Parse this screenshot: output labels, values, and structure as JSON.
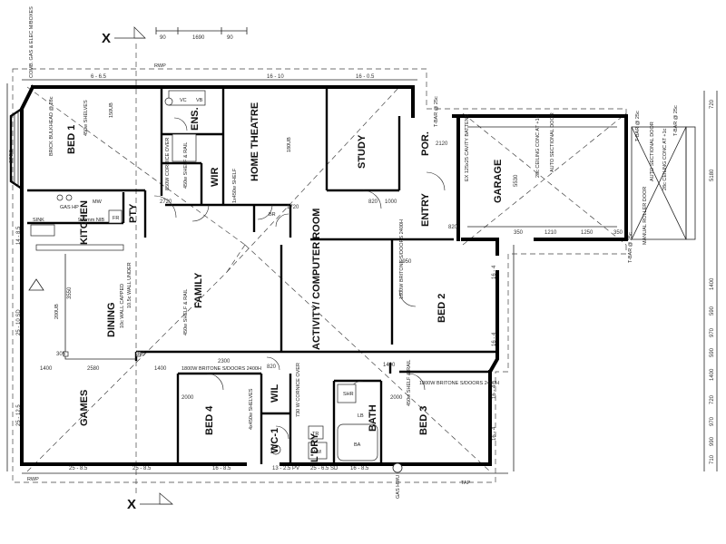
{
  "rooms": {
    "bed1": "BED 1",
    "ens": "ENS.",
    "wir": "WIR",
    "home_theatre": "HOME THEATRE",
    "study": "STUDY",
    "por": "POR.",
    "garage": "GARAGE",
    "kitchen": "KITCHEN",
    "pty": "PTY",
    "family": "FAMILY",
    "dining": "DINING",
    "entry": "ENTRY",
    "activity": "ACTIVITY/ COMPUTER ROOM",
    "bed2": "BED 2",
    "games": "GAMES",
    "bed4": "BED 4",
    "wil": "WIL",
    "wc": "WC-1",
    "bath": "BATH",
    "ldry": "L'DRY",
    "bed3": "BED 3"
  },
  "section_markers": {
    "top": "X",
    "bottom": "X"
  },
  "notes": {
    "comb": "COMB. GAS & ELEC M/BOXES",
    "gas_tap": "TAP",
    "brick_bulkhead": "BRICK BULKHEAD @ 28c",
    "shelves_450": "450w SHELVES",
    "cornice_850": "850W CORNICE OVER",
    "shelf_rail_450": "450w SHELF & RAIL",
    "shelf_1x450": "1x450w SHELF",
    "gas_hp": "GAS HP",
    "sink": "SINK",
    "nib": "900mm NIB",
    "fr": "FR",
    "wall_capped": "10c WALL CAPPED",
    "wall_under": "10.5c WALL UNDER",
    "family_shelf": "450w SHELF & RAIL",
    "auto_sectional_1": "AUTO SECTIONAL DOOR",
    "ceiling_1": "28c CEILING CONC AT +1c",
    "ex_cavity": "EX 125x25 CAVITY BATTENS",
    "auto_sectional_2": "AUTO SECTIONAL DOOR",
    "ceiling_2": "28c CEILING CONC AT +1c",
    "roller_door": "MANUAL ROLLER DOOR",
    "tbar_1": "T-BAR @ 25c",
    "tbar_2": "T-BAR @ 25c",
    "tbar_3": "T-BAR @ 25c",
    "tbar_4": "T-BAR @ 25c",
    "britone_1": "1800W BRITONE S/DOORS 2400H",
    "britone_2": "1800W BRITONE S/DOORS 2400H",
    "britone_3": "1800W BRITONE S/DOORS 2400H",
    "shelves_bed4": "4x450w SHELVES",
    "cornice_730": "730 W CORNICE OVER",
    "shelf_bed3": "450w SHELF & RAIL",
    "gas_hwu": "GAS HWU",
    "rwp": "RWP",
    "spec": "SPEC",
    "ub_150": "150UB",
    "ub_180": "180UB",
    "ub_200": "200UB",
    "vc": "VC",
    "vb": "VB",
    "shr": "SHR",
    "tr": "TR",
    "wm": "WM",
    "ba": "BA",
    "lb": "LB",
    "mw": "MW",
    "br": "BR"
  },
  "dimensions": {
    "top": [
      "6 - 6.5",
      "16 - 10",
      "16 - 0.5"
    ],
    "left": [
      "14 - 8.5",
      "25 - 10 SD",
      "25 - 12.5"
    ],
    "bottom": [
      "25 - 8.5",
      "25 - 8.5",
      "16 - 8.5",
      "13 - 2.5 PV",
      "25 - 6.5 SD",
      "16 - 8.5"
    ],
    "right": [
      "16 - 4",
      "16 - 4",
      "16 - 4",
      "16 - 4"
    ],
    "garage": [
      "5530",
      "350",
      "1210",
      "1250",
      "350",
      "820"
    ],
    "far_right": [
      "720",
      "5180",
      "1400",
      "590",
      "970",
      "590",
      "1400",
      "720",
      "970",
      "990",
      "710"
    ],
    "top_strip": [
      "90",
      "1690",
      "90"
    ],
    "interior": [
      "2720",
      "1000",
      "820",
      "2950",
      "2120",
      "1720",
      "2300",
      "1400",
      "305",
      "2580",
      "305",
      "1400",
      "3550",
      "2000",
      "820",
      "1400",
      "2000"
    ]
  }
}
